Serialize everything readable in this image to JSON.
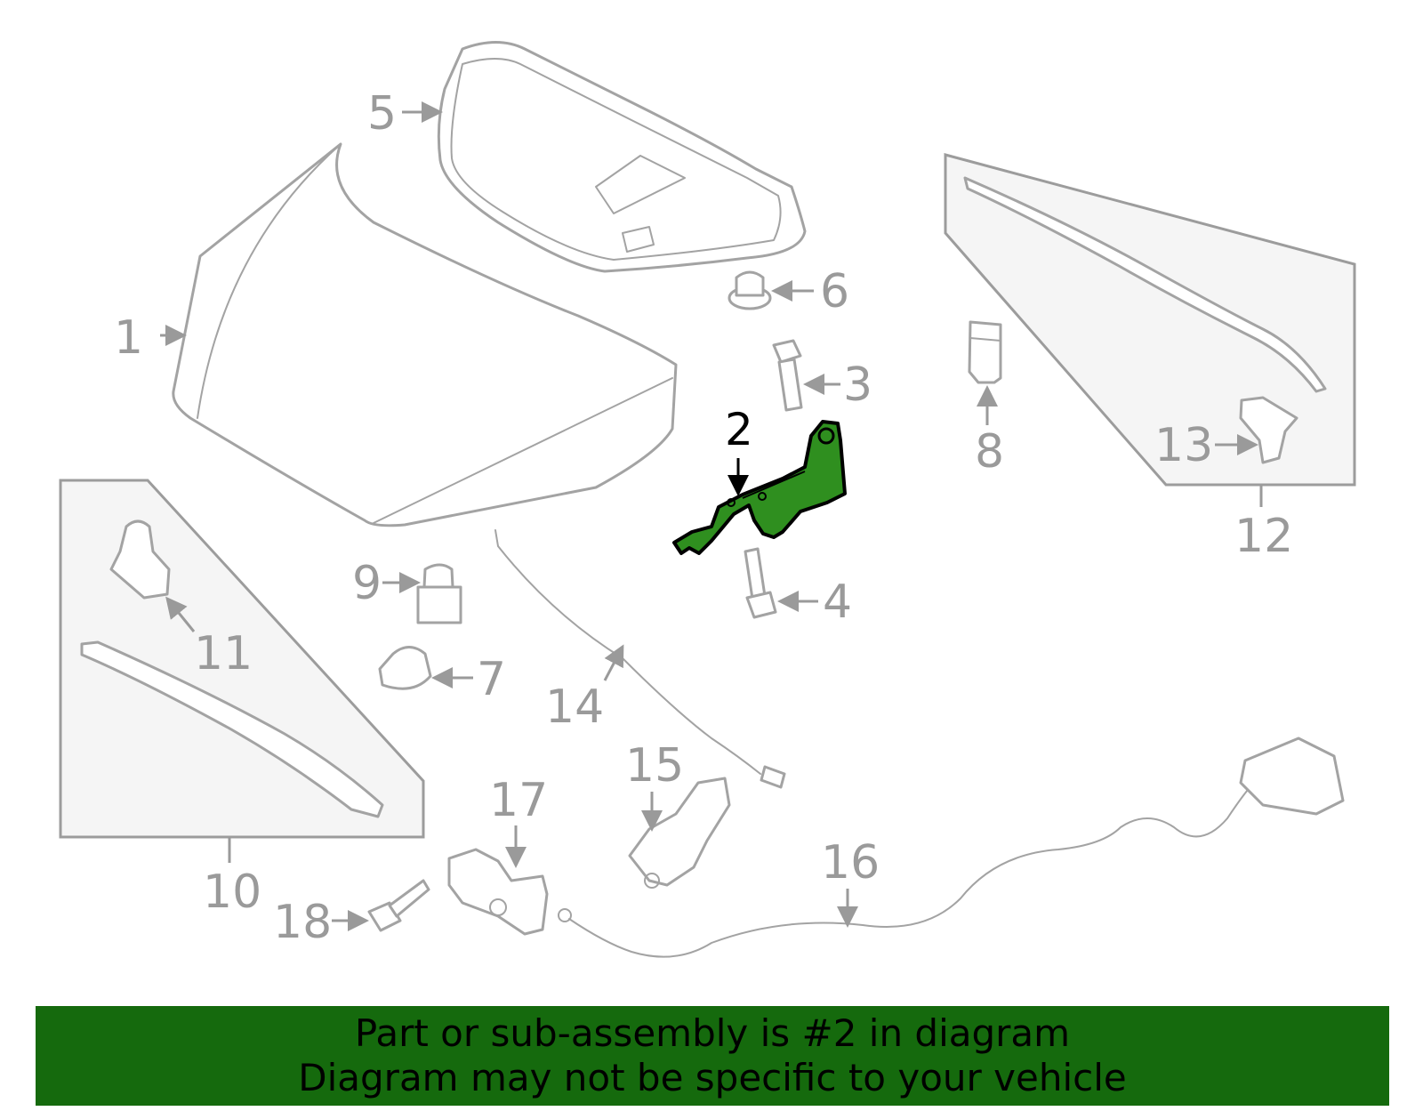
{
  "diagram": {
    "highlight_color": "#2f8f1f",
    "callouts": [
      {
        "id": "1",
        "label": "1",
        "highlighted": false
      },
      {
        "id": "2",
        "label": "2",
        "highlighted": true
      },
      {
        "id": "3",
        "label": "3",
        "highlighted": false
      },
      {
        "id": "4",
        "label": "4",
        "highlighted": false
      },
      {
        "id": "5",
        "label": "5",
        "highlighted": false
      },
      {
        "id": "6",
        "label": "6",
        "highlighted": false
      },
      {
        "id": "7",
        "label": "7",
        "highlighted": false
      },
      {
        "id": "8",
        "label": "8",
        "highlighted": false
      },
      {
        "id": "9",
        "label": "9",
        "highlighted": false
      },
      {
        "id": "10",
        "label": "10",
        "highlighted": false
      },
      {
        "id": "11",
        "label": "11",
        "highlighted": false
      },
      {
        "id": "12",
        "label": "12",
        "highlighted": false
      },
      {
        "id": "13",
        "label": "13",
        "highlighted": false
      },
      {
        "id": "14",
        "label": "14",
        "highlighted": false
      },
      {
        "id": "15",
        "label": "15",
        "highlighted": false
      },
      {
        "id": "16",
        "label": "16",
        "highlighted": false
      },
      {
        "id": "17",
        "label": "17",
        "highlighted": false
      },
      {
        "id": "18",
        "label": "18",
        "highlighted": false
      }
    ]
  },
  "banner": {
    "background": "#156a0d",
    "line1": "Part or sub-assembly is #2 in diagram",
    "line2": "Diagram may not be specific to your vehicle"
  }
}
